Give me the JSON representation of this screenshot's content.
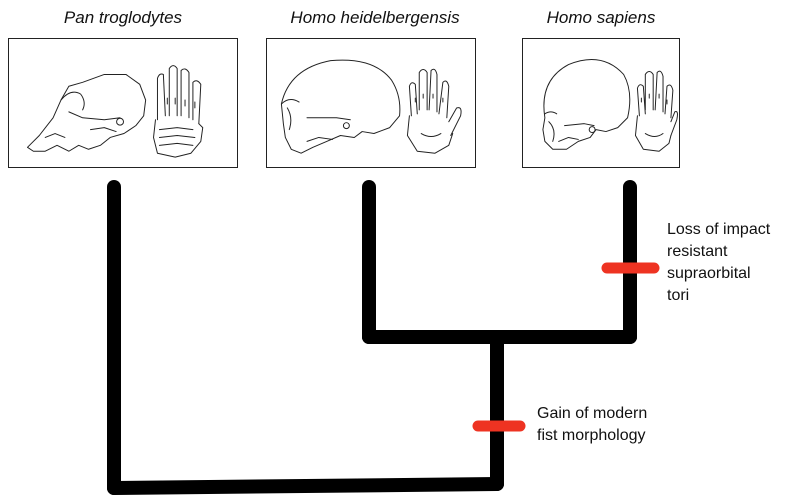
{
  "taxa": [
    {
      "name": "Pan troglodytes"
    },
    {
      "name": "Homo heidelbergensis"
    },
    {
      "name": "Homo sapiens"
    }
  ],
  "annotations": {
    "loss": {
      "lines": [
        "Loss of impact",
        "resistant",
        "supraorbital",
        "tori"
      ]
    },
    "gain": {
      "lines": [
        "Gain of modern",
        "fist morphology"
      ]
    }
  },
  "colors": {
    "branch": "#000000",
    "marker": "#ee3322",
    "frame": "#222222"
  }
}
